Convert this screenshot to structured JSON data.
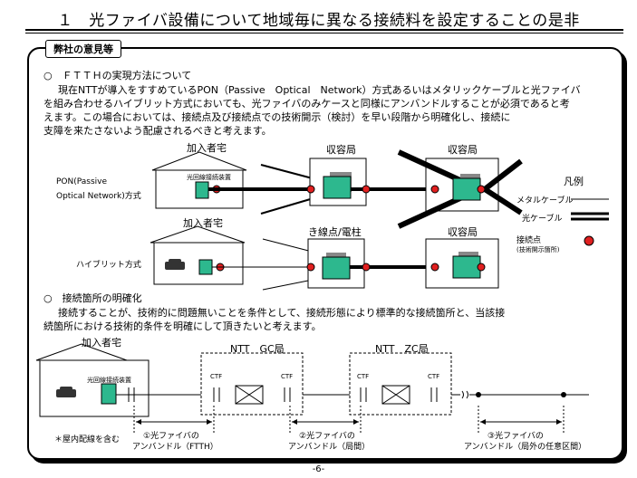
{
  "title": "１　光ファイバ設備について地域毎に異なる接続料を設定することの是非",
  "tab_label": "弊社の意見等",
  "section1": {
    "heading": "○　ＦＴＴＨの実現方法について",
    "lines": [
      "現在NTTが導入をすすめているPON（Passive　Optical　Network）方式あるいはメタリックケーブルと光ファイバ",
      "を組み合わせるハイブリット方式においても、光ファイバのみケースと同様にアンバンドルすることが必須であると考",
      "えます。この場合においては、接続点及び接続点での技術開示（検討）を早い段階から明確化し、接続に",
      "支障を来たさないよう配慮されるべきと考えます。"
    ]
  },
  "diagram1": {
    "house_label": "加入者宅",
    "onu_label": "光回線接続装置",
    "station_label": "収容局",
    "pon_label_1": "PON(Passive",
    "pon_label_2": "Optical Network)方式",
    "house_label_2": "加入者宅",
    "pole_label": "き線点/電柱",
    "station_label_2": "収容局",
    "hybrid_label": "ハイブリット方式",
    "legend_title": "凡例",
    "legend_metal": "メタルケーブル",
    "legend_fiber": "光ケーブル",
    "legend_point": "接続点",
    "legend_point_sub": "(技術開示箇所)"
  },
  "section2": {
    "heading": "○　接続箇所の明確化",
    "lines": [
      "接続することが、技術的に問題無いことを条件として、接続形態により標準的な接続箇所と、当該接",
      "続箇所における技術的条件を明確にして頂きたいと考えます。"
    ]
  },
  "diagram2": {
    "house_label": "加入者宅",
    "onu_label": "光回線接続装置",
    "gc_label": "NTT　GC局",
    "zc_label": "NTT　ZC局",
    "ctf": "CTF",
    "note": "＊屋内配線を含む",
    "unbundle1_a": "①光ファイバの",
    "unbundle1_b": "アンバンドル（FTTH）",
    "unbundle2_a": "②光ファイバの",
    "unbundle2_b": "アンバンドル（局間）",
    "unbundle3_a": "③光ファイバの",
    "unbundle3_b": "アンバンドル（局外の任意区間）"
  },
  "page_number": "-6-"
}
